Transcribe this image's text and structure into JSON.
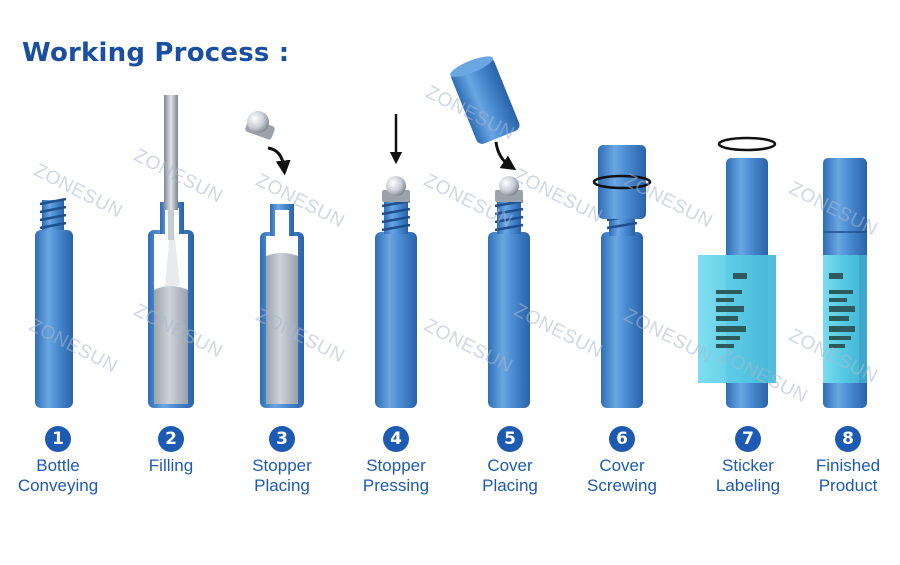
{
  "title": "Working Process :",
  "watermark": "ZONESUN",
  "colors": {
    "accent": "#1d5ab1",
    "bottle": "#4a8bd0",
    "liquid": "#b5bcc6",
    "sticker": "#5fd0e8"
  },
  "steps": [
    {
      "number": "1",
      "line1": "Bottle",
      "line2": "Conveying"
    },
    {
      "number": "2",
      "line1": "Filling",
      "line2": ""
    },
    {
      "number": "3",
      "line1": "Stopper",
      "line2": "Placing"
    },
    {
      "number": "4",
      "line1": "Stopper",
      "line2": "Pressing"
    },
    {
      "number": "5",
      "line1": "Cover",
      "line2": "Placing"
    },
    {
      "number": "6",
      "line1": "Cover",
      "line2": "Screwing"
    },
    {
      "number": "7",
      "line1": "Sticker",
      "line2": "Labeling"
    },
    {
      "number": "8",
      "line1": "Finished",
      "line2": "Product"
    }
  ]
}
